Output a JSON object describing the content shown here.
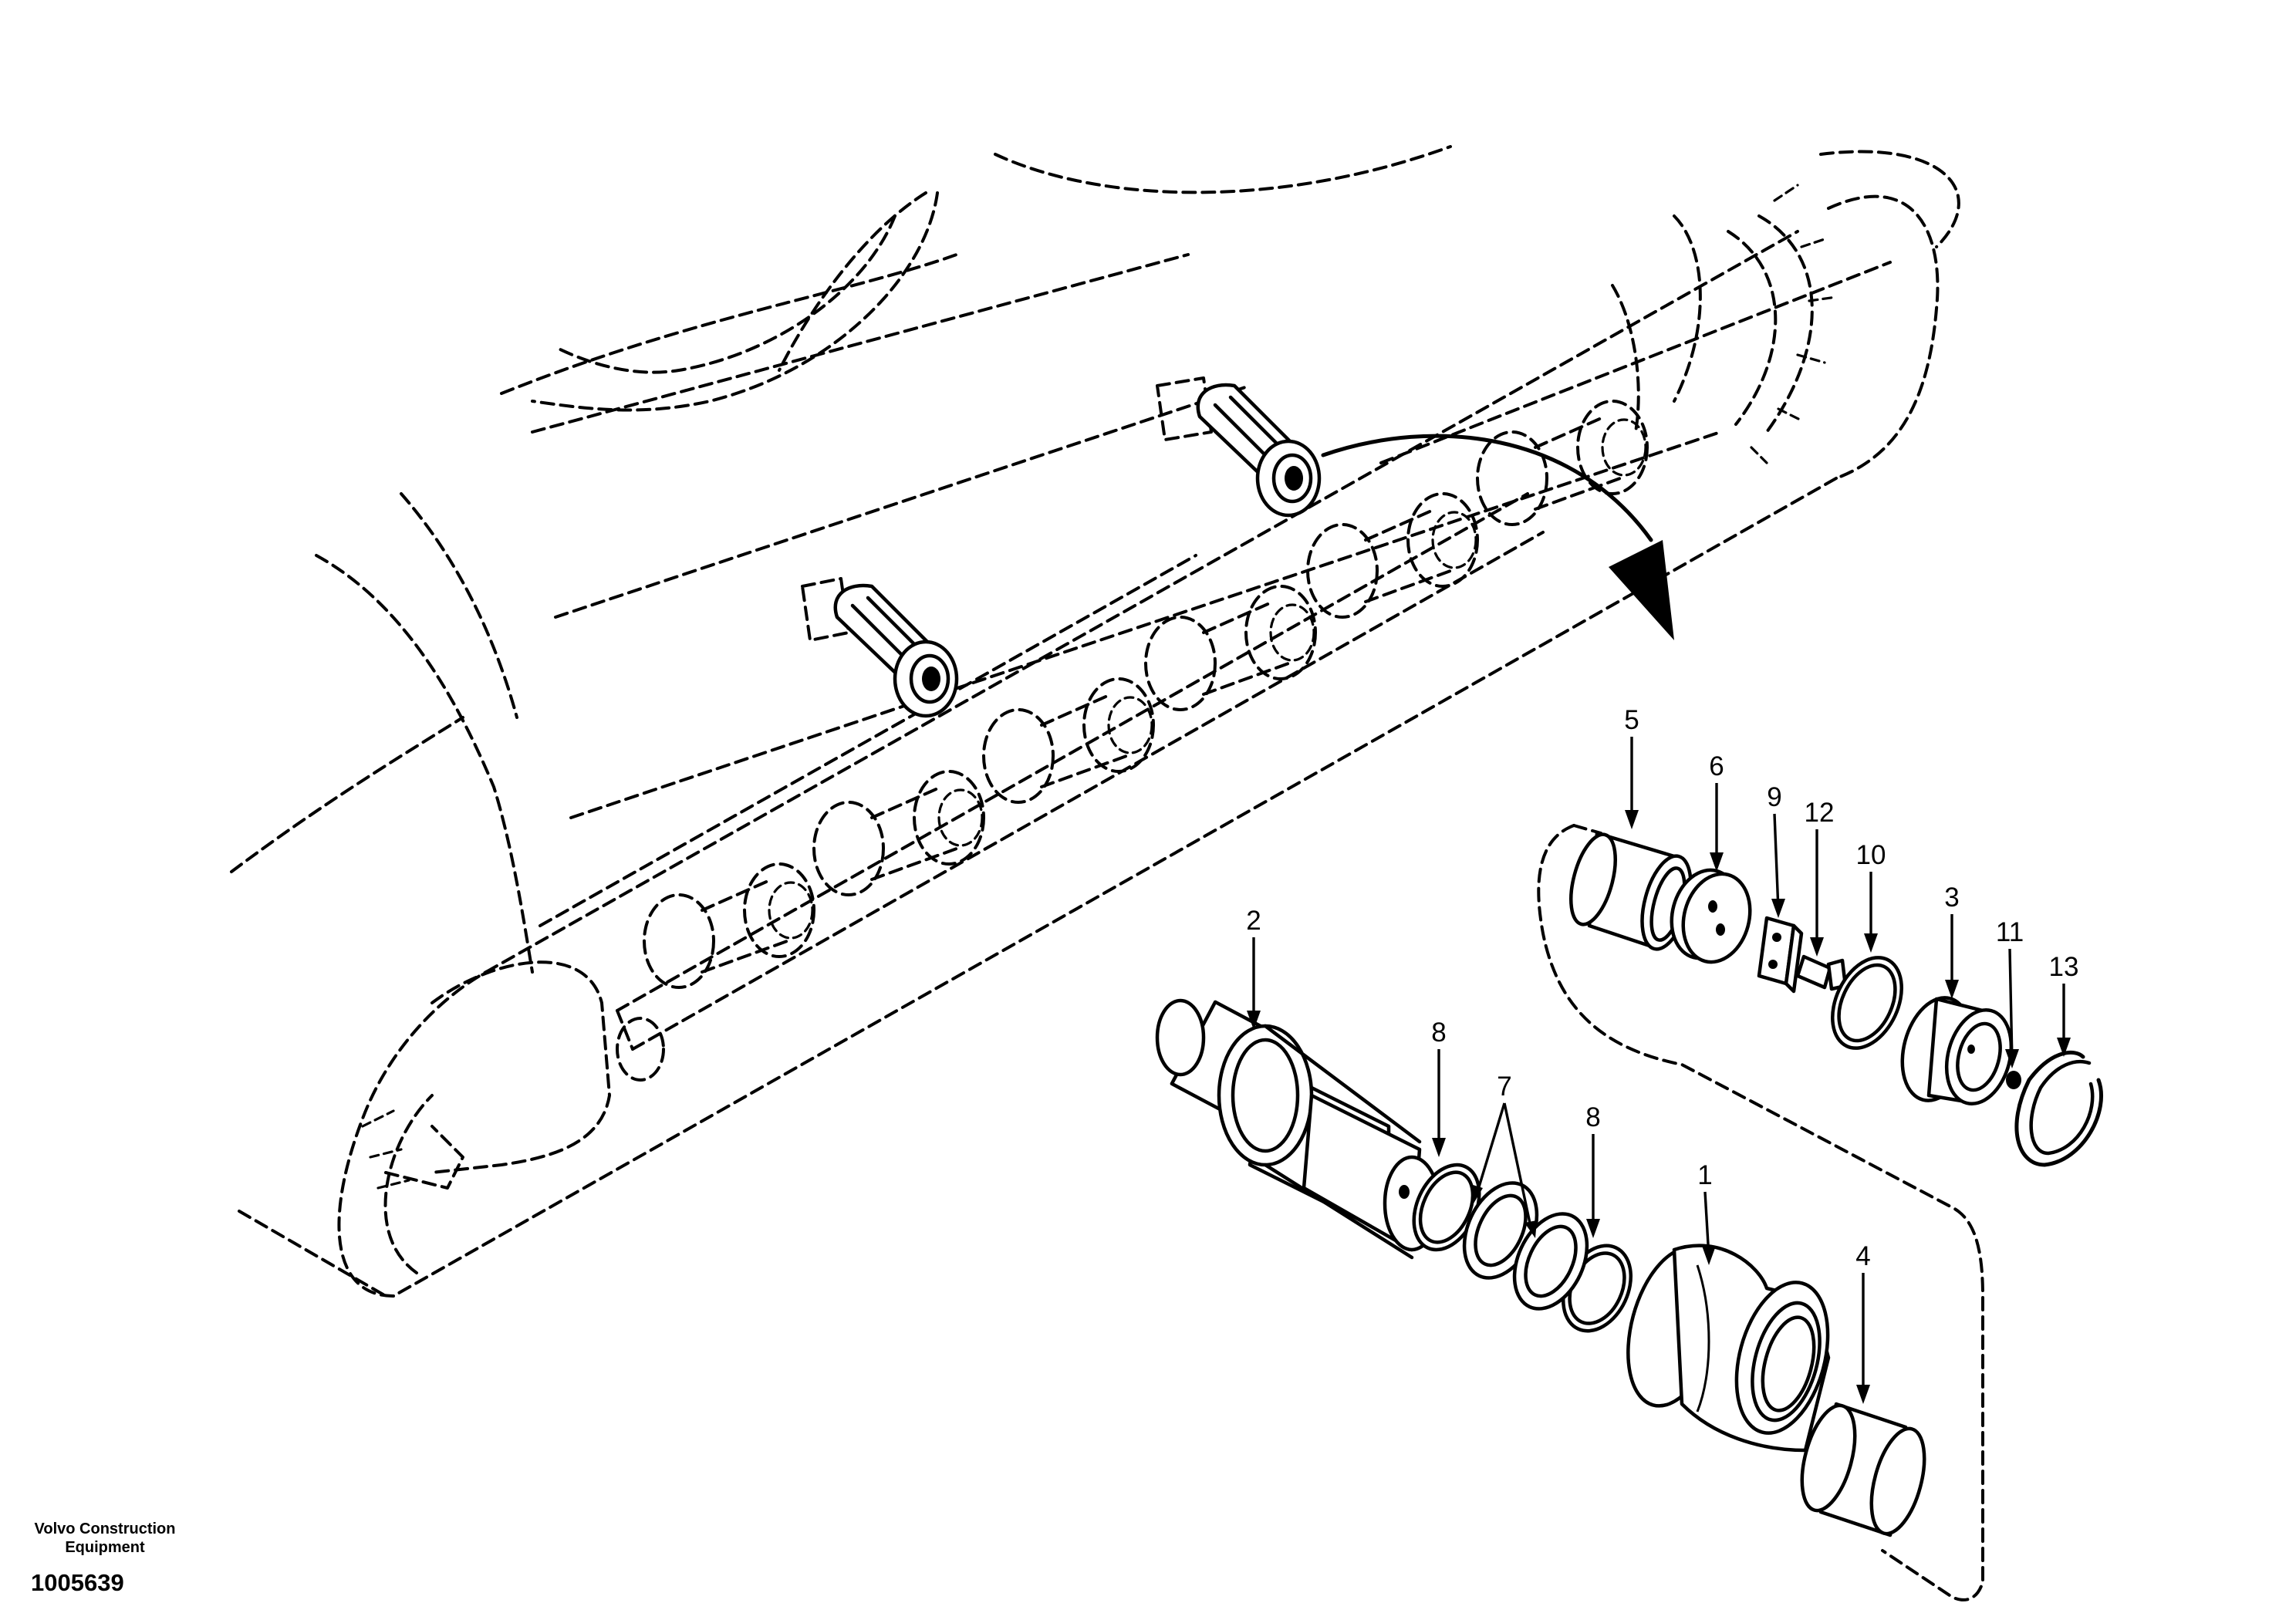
{
  "callouts": [
    "1",
    "2",
    "3",
    "4",
    "5",
    "6",
    "7",
    "8",
    "8",
    "9",
    "10",
    "11",
    "12",
    "13"
  ],
  "footer": {
    "brand_line1": "Volvo Construction",
    "brand_line2": "Equipment",
    "figure_number": "1005639"
  }
}
